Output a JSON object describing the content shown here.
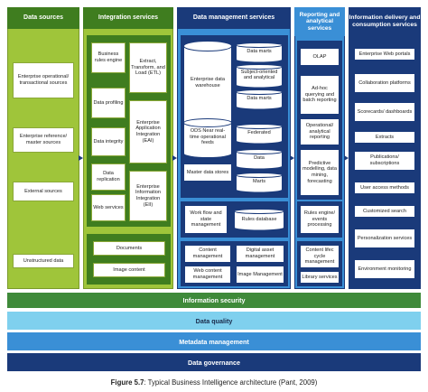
{
  "columns": {
    "data_sources": {
      "header": "Data sources",
      "items": [
        "Enterprise operational/ transactional sources",
        "Enterprise reference/ master sources",
        "External sources",
        "Unstructured data"
      ]
    },
    "integration": {
      "header": "Integration services",
      "left_items": [
        "Business rules engine",
        "Data profiling",
        "Data integrity",
        "Data replication",
        "Web services"
      ],
      "right_items": [
        "Extract, Transform, and Load (ETL)",
        "Enterprise Application Integration (EAI)",
        "Enterprise Information Integration (EII)"
      ],
      "bottom_items": [
        "Documents",
        "Image content"
      ]
    },
    "data_mgmt": {
      "header": "Data management services",
      "edw": "Enterprise data warehouse",
      "ods": "ODS Near real-time operational feeds",
      "master": "Master data stores",
      "marts": [
        "Data marts",
        "Subject-oriented and analytical",
        "Data marts",
        "Federated",
        "Data",
        "Marts"
      ],
      "workflow": "Work flow and state management",
      "rules_db": "Rules database",
      "content": [
        "Content management",
        "Digital asset management",
        "Web content management",
        "Image Management"
      ]
    },
    "reporting": {
      "header": "Reporting and analytical services",
      "items": [
        "OLAP",
        "Ad-hoc querying and batch reporting",
        "Operational/ analytical reporting",
        "Predictive modelling, data mining, forecasting"
      ],
      "rules": "Rules engine/ events processing",
      "content": [
        "Content lifec cycle management",
        "Library services"
      ]
    },
    "delivery": {
      "header": "Information delivery and consumption services",
      "items": [
        "Enterprise Web portals",
        "Collaboration platforms",
        "Scorecards/ dashboards",
        "Extracts",
        "Publications/ subscriptions",
        "User access methods",
        "Customized search",
        "Personalization services",
        "Environment monitoring"
      ]
    }
  },
  "bands": [
    "Information security",
    "Data quality",
    "Metadata management",
    "Data governance"
  ],
  "caption": {
    "label": "Figure 5.7",
    "text": ": Typical Business Intelligence architecture (Pant, 2009)"
  },
  "colors": {
    "green_dark": "#3f7d1f",
    "green_light": "#9fc53a",
    "blue_dark": "#1a3a7a",
    "blue_mid": "#3a8fd6",
    "cyan": "#7fd0ee",
    "security_green": "#3f8a3a"
  }
}
